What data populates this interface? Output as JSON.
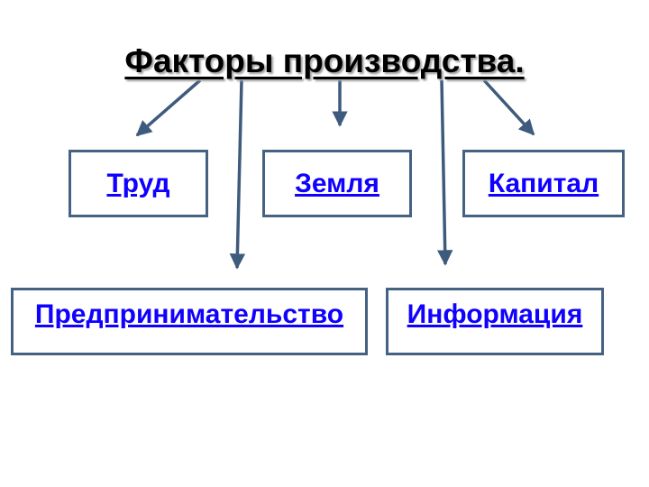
{
  "diagram": {
    "title": "Факторы производства.",
    "nodes": {
      "trud": "Труд",
      "zemlya": "Земля",
      "kapital": "Капитал",
      "predprinimatelstvo": "Предпринимательство",
      "informaciya": "Информация"
    },
    "edges": [
      {
        "from": "title",
        "to": "trud"
      },
      {
        "from": "title",
        "to": "zemlya"
      },
      {
        "from": "title",
        "to": "kapital"
      },
      {
        "from": "title",
        "to": "predprinimatelstvo"
      },
      {
        "from": "title",
        "to": "informaciya"
      }
    ],
    "colors": {
      "arrow": "#3e5a7d",
      "box_border": "#456283",
      "link_text": "#0f00ff",
      "title_text": "#000000"
    }
  }
}
